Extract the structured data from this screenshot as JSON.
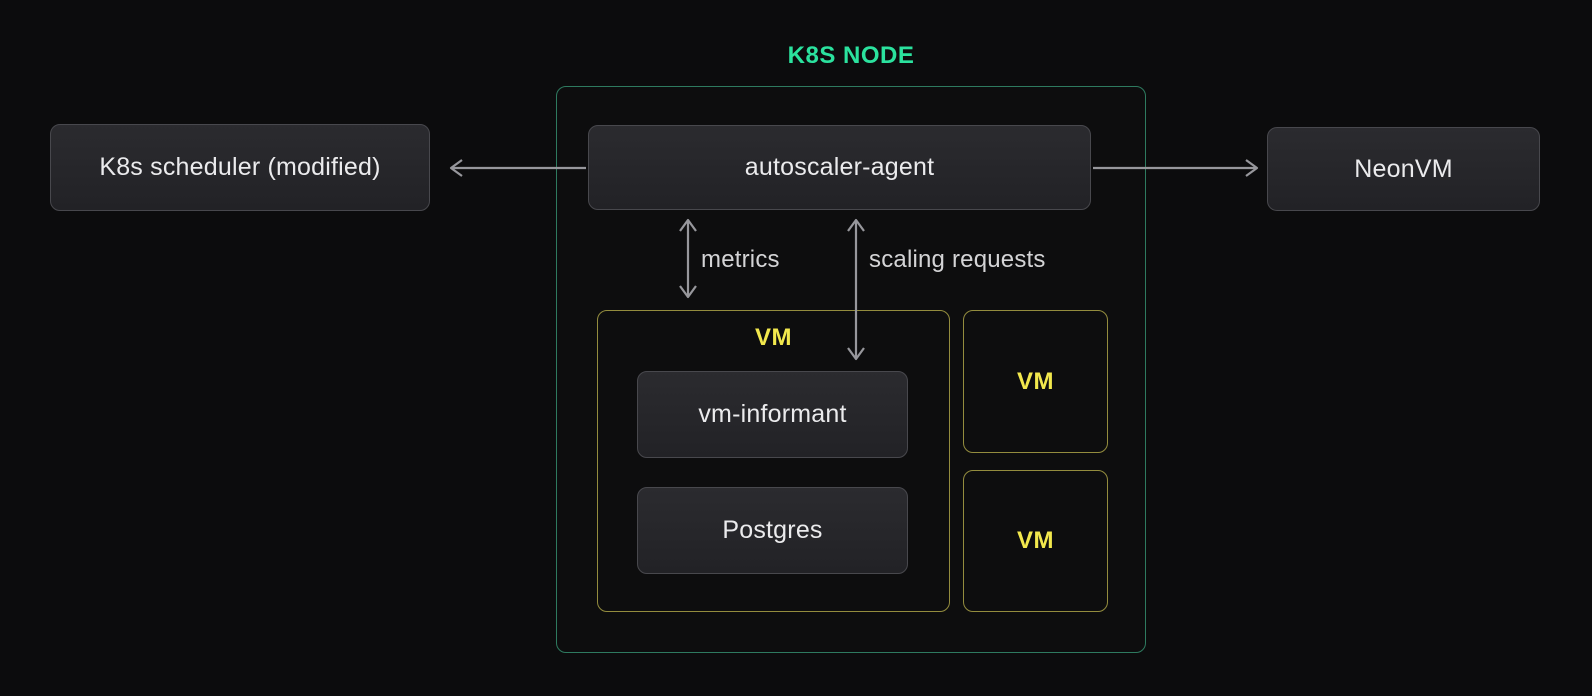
{
  "diagram": {
    "title": "K8S NODE",
    "nodes": {
      "scheduler": {
        "label": "K8s scheduler (modified)"
      },
      "autoscaler": {
        "label": "autoscaler-agent"
      },
      "neonvm": {
        "label": "NeonVM"
      },
      "vm_main": {
        "label": "VM"
      },
      "vm_informant": {
        "label": "vm-informant"
      },
      "postgres": {
        "label": "Postgres"
      },
      "vm_small_1": {
        "label": "VM"
      },
      "vm_small_2": {
        "label": "VM"
      }
    },
    "edges": {
      "metrics": {
        "label": "metrics"
      },
      "scaling": {
        "label": "scaling requests"
      }
    },
    "colors": {
      "background": "#0c0c0d",
      "title_green": "#2be29e",
      "node_border_green": "#2e7a5f",
      "vm_border_yellow": "#938c3e",
      "vm_label_yellow": "#f2e84d",
      "box_bg_top": "#2b2b2f",
      "box_bg_bottom": "#222226",
      "box_border": "#48484d",
      "text": "#ebebed",
      "arrow": "#97979c"
    }
  }
}
